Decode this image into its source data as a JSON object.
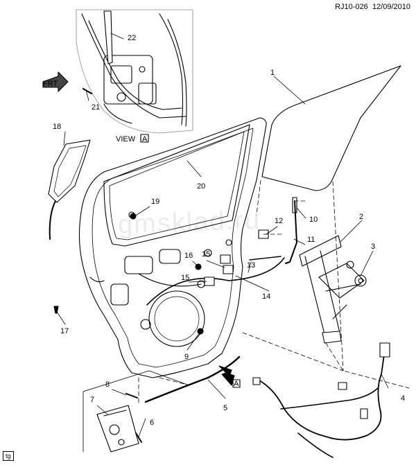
{
  "header": {
    "doc_code": "RJ10-026",
    "date": "12/09/2010"
  },
  "view_label": {
    "text": "VIEW",
    "ref": "A"
  },
  "frt_label": "FRT",
  "arrow_ref": "A",
  "tag": "tg",
  "watermark": "gmsklad.ru",
  "callouts": [
    {
      "id": "1",
      "text": "1"
    },
    {
      "id": "2",
      "text": "2"
    },
    {
      "id": "3",
      "text": "3"
    },
    {
      "id": "4",
      "text": "4"
    },
    {
      "id": "5",
      "text": "5"
    },
    {
      "id": "6",
      "text": "6"
    },
    {
      "id": "7",
      "text": "7"
    },
    {
      "id": "8",
      "text": "8"
    },
    {
      "id": "9",
      "text": "9"
    },
    {
      "id": "10",
      "text": "10"
    },
    {
      "id": "11",
      "text": "11"
    },
    {
      "id": "12",
      "text": "12"
    },
    {
      "id": "13",
      "text": "13"
    },
    {
      "id": "14",
      "text": "14"
    },
    {
      "id": "15a",
      "text": "15"
    },
    {
      "id": "15b",
      "text": "15"
    },
    {
      "id": "16",
      "text": "16"
    },
    {
      "id": "17",
      "text": "17"
    },
    {
      "id": "18",
      "text": "18"
    },
    {
      "id": "19",
      "text": "19"
    },
    {
      "id": "20",
      "text": "20"
    },
    {
      "id": "21",
      "text": "21"
    },
    {
      "id": "22",
      "text": "22"
    }
  ]
}
